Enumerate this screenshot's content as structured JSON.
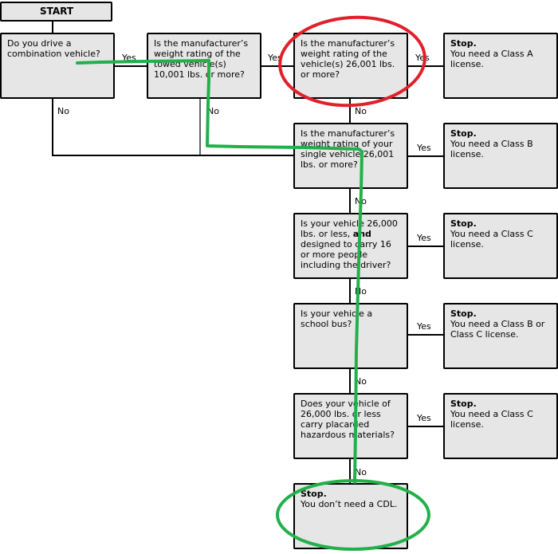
{
  "start": {
    "label": "START"
  },
  "questions": {
    "q1": "Do you drive a combination vehicle?",
    "q2": "Is the manufacturer’s weight rating of the towed vehicle(s) 10,001 lbs. or more?",
    "q3": "Is the manufacturer’s weight rating of the vehicle(s) 26,001 lbs. or more?",
    "q4": "Is the manufacturer’s weight rating of your single vehicle 26,001 lbs. or more?",
    "q5_pre": "Is your vehicle 26,000 lbs. or less, ",
    "q5_bold": "and",
    "q5_post": " designed to carry 16 or more people including the driver?",
    "q6": "Is your vehicle a school bus?",
    "q7": "Does your vehicle of 26,000 lbs. or less carry placarded hazardous materials?"
  },
  "results": {
    "stop_label": "Stop.",
    "class_a": "You need a Class A license.",
    "class_b": "You need a Class B license.",
    "class_c": "You need a Class C license.",
    "class_b_or_c": "You need a Class B or Class C license.",
    "class_c_hazmat": "You need a Class C license.",
    "no_cdl": "You don’t need a CDL."
  },
  "edge_labels": {
    "yes": "Yes",
    "no": "No"
  },
  "annotations": {
    "highlight_circle_color": "#e0202a",
    "path_color": "#22b04b"
  }
}
